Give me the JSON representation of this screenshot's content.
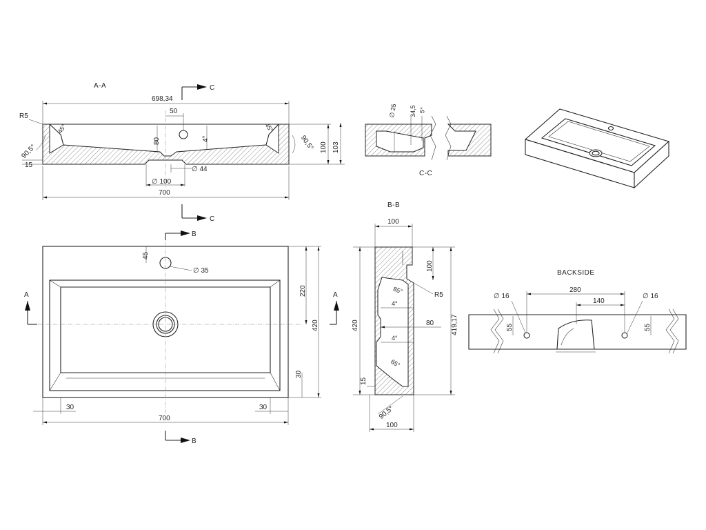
{
  "sections": {
    "aa": "A-A",
    "cc": "C-C",
    "bb": "B-B",
    "backside": "BACKSIDE"
  },
  "markers": {
    "a": "A",
    "b": "B",
    "c": "C"
  },
  "aa_dims": {
    "r5": "R5",
    "inner_width": "698,34",
    "d50": "50",
    "d80": "80",
    "a4": "4°",
    "a45l": "45°",
    "a45r": "45°",
    "a905l": "90,5°",
    "a905r": "90,5°",
    "d15": "15",
    "h100": "100",
    "h103": "103",
    "dia44": "∅ 44",
    "dia100": "∅ 100",
    "w700": "700"
  },
  "cc_dims": {
    "dia25": "∅ 25",
    "d345": "34,5",
    "a5": "5°"
  },
  "plan_dims": {
    "d45": "45",
    "dia35": "∅ 35",
    "d220": "220",
    "d420": "420",
    "d30v": "30",
    "d30l": "30",
    "d30r": "30",
    "w700": "700"
  },
  "bb_dims": {
    "d100top": "100",
    "d100v": "100",
    "r5": "R5",
    "a85": "85°",
    "a4a": "4°",
    "a4b": "4°",
    "d80": "80",
    "d420": "420",
    "d41917": "419,17",
    "a65": "65°",
    "d15": "15",
    "a905": "90,5°",
    "d100bot": "100"
  },
  "back_dims": {
    "d280": "280",
    "d140": "140",
    "dia16l": "∅ 16",
    "dia16r": "∅ 16",
    "d55l": "55",
    "d55r": "55"
  }
}
